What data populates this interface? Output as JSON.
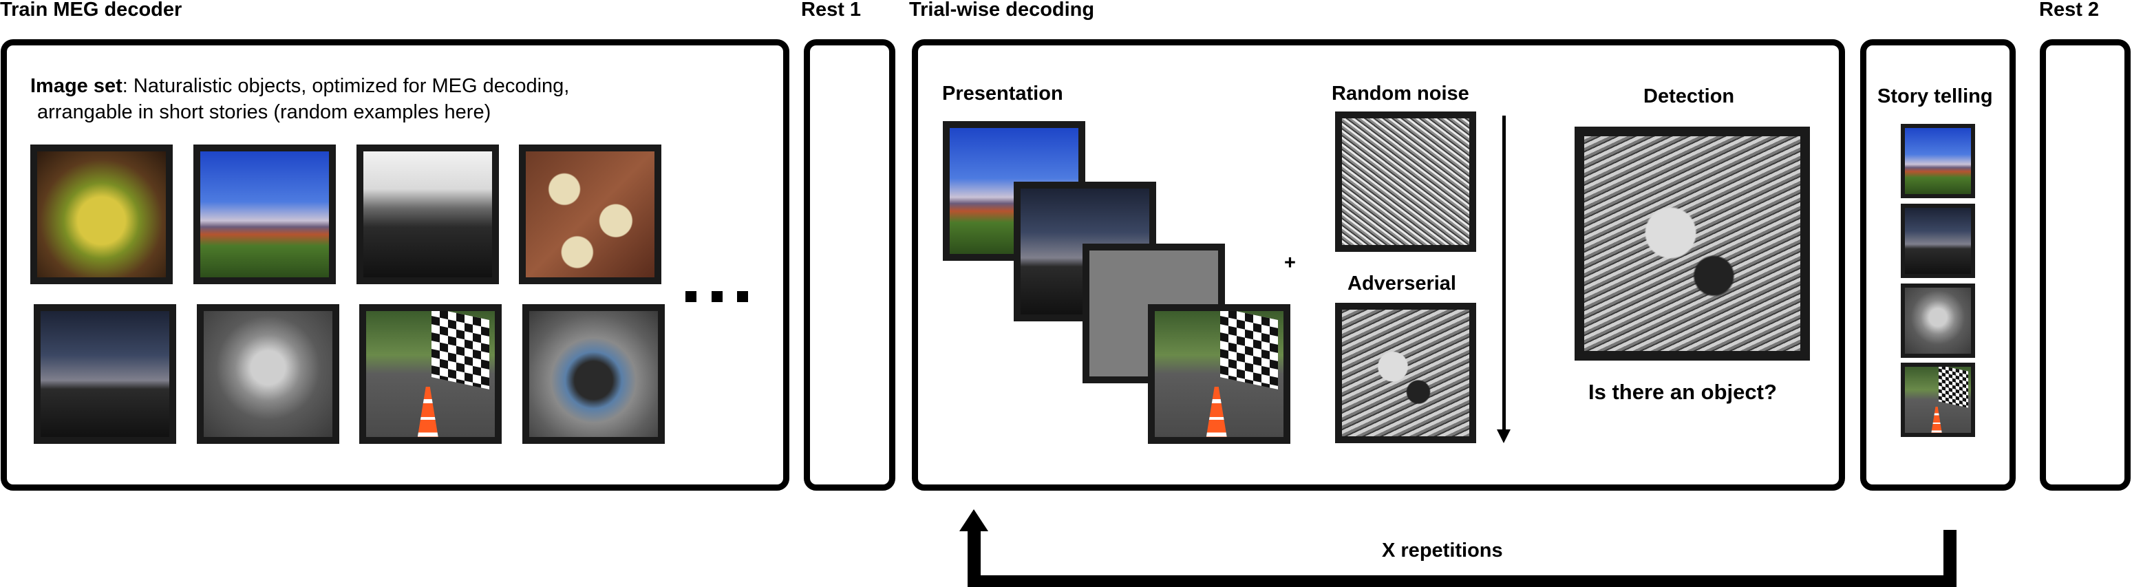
{
  "headers": {
    "train": "Train MEG decoder",
    "rest1": "Rest 1",
    "trial": "Trial-wise decoding",
    "rest2": "Rest 2"
  },
  "image_set": {
    "bold": "Image set",
    "line1": ": Naturalistic objects, optimized for MEG decoding,",
    "line2": "arrangable in short stories (random examples here)",
    "images": [
      "bananas",
      "volcano-landscape",
      "rocks",
      "grain-bowls",
      "steam-train",
      "lion-knocker",
      "race-flag-cone",
      "submarine-hatch"
    ],
    "ellipsis": "..."
  },
  "trial": {
    "presentation": "Presentation",
    "plus": "+",
    "random_noise": "Random noise",
    "adverserial": "Adverserial",
    "detection": "Detection",
    "question": "Is there an object?"
  },
  "story": {
    "title": "Story telling"
  },
  "repetitions": "X repetitions",
  "colors": {
    "stroke": "#000000",
    "frame": "#1a1a1a"
  }
}
